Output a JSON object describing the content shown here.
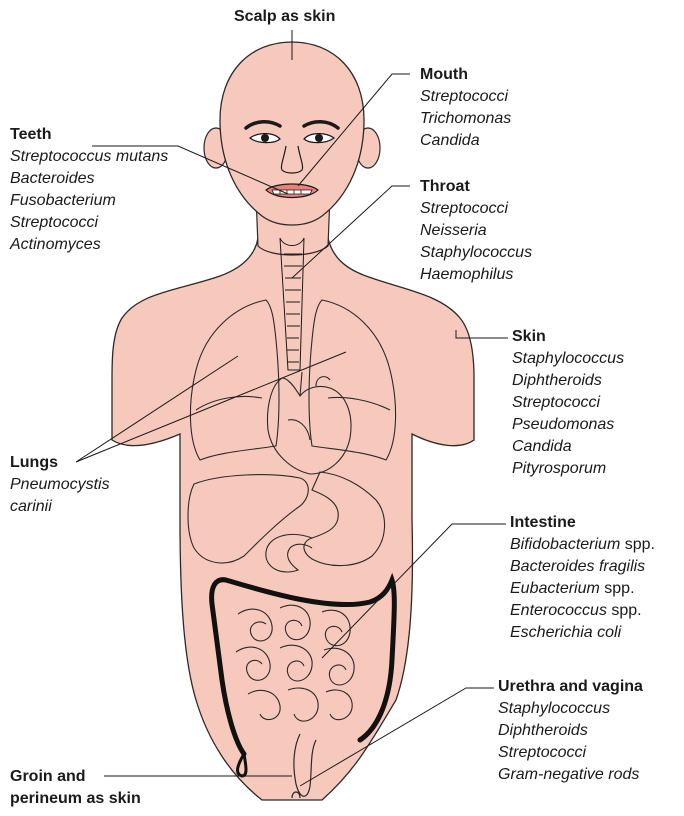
{
  "labels": {
    "scalp": {
      "title": "Scalp as skin",
      "items": []
    },
    "mouth": {
      "title": "Mouth",
      "items": [
        {
          "name": "Streptococci",
          "suffix": ""
        },
        {
          "name": "Trichomonas",
          "suffix": ""
        },
        {
          "name": "Candida",
          "suffix": ""
        }
      ]
    },
    "teeth": {
      "title": "Teeth",
      "items": [
        {
          "name": "Streptococcus mutans",
          "suffix": ""
        },
        {
          "name": "Bacteroides",
          "suffix": ""
        },
        {
          "name": "Fusobacterium",
          "suffix": ""
        },
        {
          "name": "Streptococci",
          "suffix": ""
        },
        {
          "name": "Actinomyces",
          "suffix": ""
        }
      ]
    },
    "throat": {
      "title": "Throat",
      "items": [
        {
          "name": "Streptococci",
          "suffix": ""
        },
        {
          "name": "Neisseria",
          "suffix": ""
        },
        {
          "name": "Staphylococcus",
          "suffix": ""
        },
        {
          "name": "Haemophilus",
          "suffix": ""
        }
      ]
    },
    "skin": {
      "title": "Skin",
      "items": [
        {
          "name": "Staphylococcus",
          "suffix": ""
        },
        {
          "name": "Diphtheroids",
          "suffix": ""
        },
        {
          "name": "Streptococci",
          "suffix": ""
        },
        {
          "name": "Pseudomonas",
          "suffix": ""
        },
        {
          "name": "Candida",
          "suffix": ""
        },
        {
          "name": "Pityrosporum",
          "suffix": ""
        }
      ]
    },
    "lungs": {
      "title": "Lungs",
      "items": [
        {
          "name": "Pneumocystis",
          "suffix": ""
        },
        {
          "name": "carinii",
          "suffix": ""
        }
      ]
    },
    "intestine": {
      "title": "Intestine",
      "items": [
        {
          "name": "Bifidobacterium",
          "suffix": " spp."
        },
        {
          "name": "Bacteroides fragilis",
          "suffix": ""
        },
        {
          "name": "Eubacterium",
          "suffix": " spp."
        },
        {
          "name": "Enterococcus",
          "suffix": " spp."
        },
        {
          "name": "Escherichia coli",
          "suffix": ""
        }
      ]
    },
    "urethra": {
      "title": "Urethra and vagina",
      "items": [
        {
          "name": "Staphylococcus",
          "suffix": ""
        },
        {
          "name": "Diphtheroids",
          "suffix": ""
        },
        {
          "name": "Streptococci",
          "suffix": ""
        },
        {
          "name": "Gram-negative rods",
          "suffix": ""
        }
      ]
    },
    "groin": {
      "title_line1": "Groin and",
      "title_line2": "perineum as skin",
      "items": []
    }
  },
  "colors": {
    "skin_fill": "#f7c9bd",
    "outline": "#2a2a2a",
    "lip_fill": "#e8837a",
    "line": "#1a1a1a"
  }
}
